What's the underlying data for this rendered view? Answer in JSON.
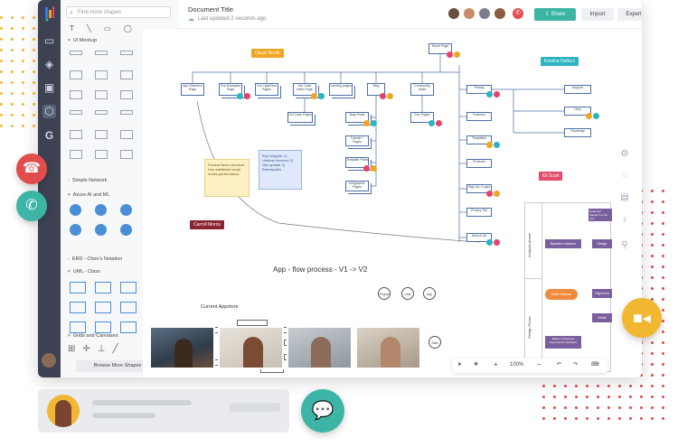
{
  "document": {
    "title": "Document Title",
    "last_updated": "Last updated 2 seconds ago"
  },
  "toolbar": {
    "share_label": "Share",
    "import_label": "Import",
    "export_label": "Export"
  },
  "shapes_panel": {
    "search_placeholder": "Find more shapes",
    "sections": {
      "ui_mockup": "UI Mockup",
      "simple_network": "Simple Network",
      "azure": "Azure AI and ML",
      "erd": "ERD - Chen's Notation",
      "uml": "UML - Class",
      "grids": "Grids and Canvases"
    },
    "browse_label": "Browse More Shapes"
  },
  "canvas": {
    "flow_title": "App - flow process - V1 -> V2",
    "appstore_label": "Current Appstore",
    "tags": {
      "oscar": "Oscar Booth",
      "kristina": "Kristina Dellicci",
      "eli": "Eli Scott",
      "carroll": "Carroll Morris"
    },
    "nodes": {
      "home": "Home Page",
      "app_selection": "App Selection Page",
      "our_examples": "Our Examples Page",
      "our_typeflow": "Our TypeFlow Pages",
      "our_case_index": "Our Case Index Page",
      "landing": "Landing pages",
      "blog": "Blog",
      "community": "Community Index",
      "pricing": "Pricing",
      "features": "Features",
      "templates": "Templates",
      "products": "Products",
      "signup": "Sign Up / Login",
      "privacy": "Privacy Tail",
      "search_us": "Search Us",
      "our_case_pages": "Our Case Pages",
      "blog_posts": "Blog Posts",
      "tutorial_pages": "Tutorial + Pages",
      "template_pages": "Template Posts",
      "infographic": "Infographic Pages",
      "doc_pages": "Doc Pages",
      "support": "Support",
      "help": "Help",
      "roadmap": "Roadmap"
    },
    "sticky_yellow": "Product team structure. Use additional small nodes performance.",
    "sticky_blue": "Key Insights: 1) Lifetime revenue 2) Site update 3) Brandwatch",
    "swimlane": {
      "lane1": "Analysis phase",
      "lane2": "Design Phase",
      "box_top": "Customer research to the new",
      "box_mid1": "Baseline research",
      "box_mid2": "Design research",
      "box_feature": "Draft Features",
      "box_high": "High level",
      "box_detail": "Detail",
      "box_build": "Build a continuous improvement feedback"
    },
    "small_circles": [
      "Project",
      "User",
      "App",
      "Start"
    ]
  },
  "bottom_bar": {
    "zoom": "100%"
  },
  "colors": {
    "accent_teal": "#3cb4a6",
    "call_red": "#e24c4c",
    "video_yellow": "#f2b731",
    "node_blue": "#4b6fa8",
    "dot_pink": "#e8416e",
    "dot_orange": "#f0a522",
    "dot_teal": "#2cb5c0"
  },
  "icons": [
    "logo-icon",
    "folder-icon",
    "layers-icon",
    "image-icon",
    "shapes-icon",
    "google-icon",
    "search-icon",
    "eye-icon",
    "phone-hangup-icon",
    "phone-icon",
    "video-icon",
    "chat-icon",
    "settings-icon",
    "comment-icon",
    "clipboard-icon",
    "bulb-icon",
    "diagram-icon",
    "pointer-icon",
    "move-icon",
    "plus-icon",
    "minus-icon",
    "undo-icon",
    "redo-icon",
    "keyboard-icon"
  ]
}
